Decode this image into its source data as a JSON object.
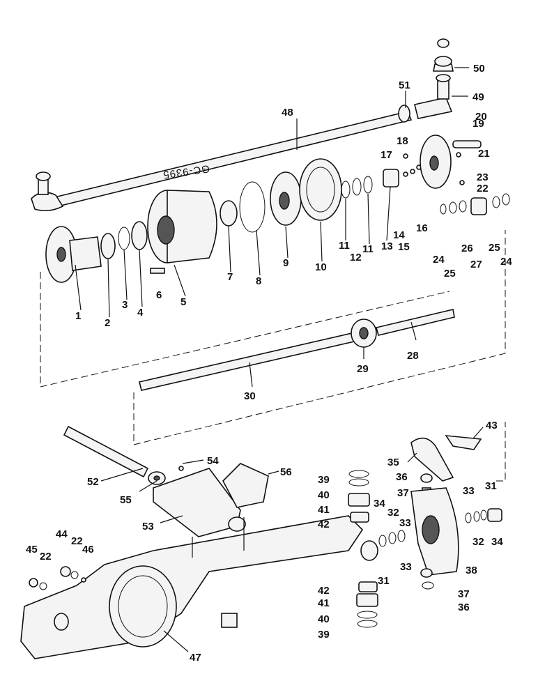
{
  "drawing_code": "GC-9395",
  "callouts": [
    {
      "id": "c1",
      "text": "1"
    },
    {
      "id": "c2",
      "text": "2"
    },
    {
      "id": "c3",
      "text": "3"
    },
    {
      "id": "c4",
      "text": "4"
    },
    {
      "id": "c5",
      "text": "5"
    },
    {
      "id": "c6",
      "text": "6"
    },
    {
      "id": "c7",
      "text": "7"
    },
    {
      "id": "c8",
      "text": "8"
    },
    {
      "id": "c9",
      "text": "9"
    },
    {
      "id": "c10",
      "text": "10"
    },
    {
      "id": "c11a",
      "text": "11"
    },
    {
      "id": "c11b",
      "text": "11"
    },
    {
      "id": "c12",
      "text": "12"
    },
    {
      "id": "c13",
      "text": "13"
    },
    {
      "id": "c14",
      "text": "14"
    },
    {
      "id": "c15",
      "text": "15"
    },
    {
      "id": "c16",
      "text": "16"
    },
    {
      "id": "c17",
      "text": "17"
    },
    {
      "id": "c18",
      "text": "18"
    },
    {
      "id": "c19",
      "text": "19"
    },
    {
      "id": "c20",
      "text": "20"
    },
    {
      "id": "c21",
      "text": "21"
    },
    {
      "id": "c22a",
      "text": "22"
    },
    {
      "id": "c23",
      "text": "23"
    },
    {
      "id": "c24a",
      "text": "24"
    },
    {
      "id": "c25a",
      "text": "25"
    },
    {
      "id": "c26",
      "text": "26"
    },
    {
      "id": "c27",
      "text": "27"
    },
    {
      "id": "c25b",
      "text": "25"
    },
    {
      "id": "c24b",
      "text": "24"
    },
    {
      "id": "c28",
      "text": "28"
    },
    {
      "id": "c29",
      "text": "29"
    },
    {
      "id": "c30",
      "text": "30"
    },
    {
      "id": "c48",
      "text": "48"
    },
    {
      "id": "c49",
      "text": "49"
    },
    {
      "id": "c50",
      "text": "50"
    },
    {
      "id": "c51",
      "text": "51"
    },
    {
      "id": "c52",
      "text": "52"
    },
    {
      "id": "c53",
      "text": "53"
    },
    {
      "id": "c54",
      "text": "54"
    },
    {
      "id": "c55",
      "text": "55"
    },
    {
      "id": "c56",
      "text": "56"
    },
    {
      "id": "c43",
      "text": "43"
    },
    {
      "id": "c35",
      "text": "35"
    },
    {
      "id": "c36a",
      "text": "36"
    },
    {
      "id": "c37a",
      "text": "37"
    },
    {
      "id": "c39a",
      "text": "39"
    },
    {
      "id": "c40a",
      "text": "40"
    },
    {
      "id": "c41a",
      "text": "41"
    },
    {
      "id": "c42a",
      "text": "42"
    },
    {
      "id": "c34a",
      "text": "34"
    },
    {
      "id": "c32a",
      "text": "32"
    },
    {
      "id": "c33a",
      "text": "33"
    },
    {
      "id": "c31a",
      "text": "31"
    },
    {
      "id": "c33b",
      "text": "33"
    },
    {
      "id": "c32b",
      "text": "32"
    },
    {
      "id": "c34b",
      "text": "34"
    },
    {
      "id": "c31b",
      "text": "31"
    },
    {
      "id": "c33c",
      "text": "33"
    },
    {
      "id": "c38",
      "text": "38"
    },
    {
      "id": "c42b",
      "text": "42"
    },
    {
      "id": "c41b",
      "text": "41"
    },
    {
      "id": "c40b",
      "text": "40"
    },
    {
      "id": "c39b",
      "text": "39"
    },
    {
      "id": "c37b",
      "text": "37"
    },
    {
      "id": "c36b",
      "text": "36"
    },
    {
      "id": "c44",
      "text": "44"
    },
    {
      "id": "c22b",
      "text": "22"
    },
    {
      "id": "c46",
      "text": "46"
    },
    {
      "id": "c45",
      "text": "45"
    },
    {
      "id": "c22c",
      "text": "22"
    },
    {
      "id": "c47",
      "text": "47"
    },
    {
      "id": "c22d",
      "text": "22"
    }
  ]
}
